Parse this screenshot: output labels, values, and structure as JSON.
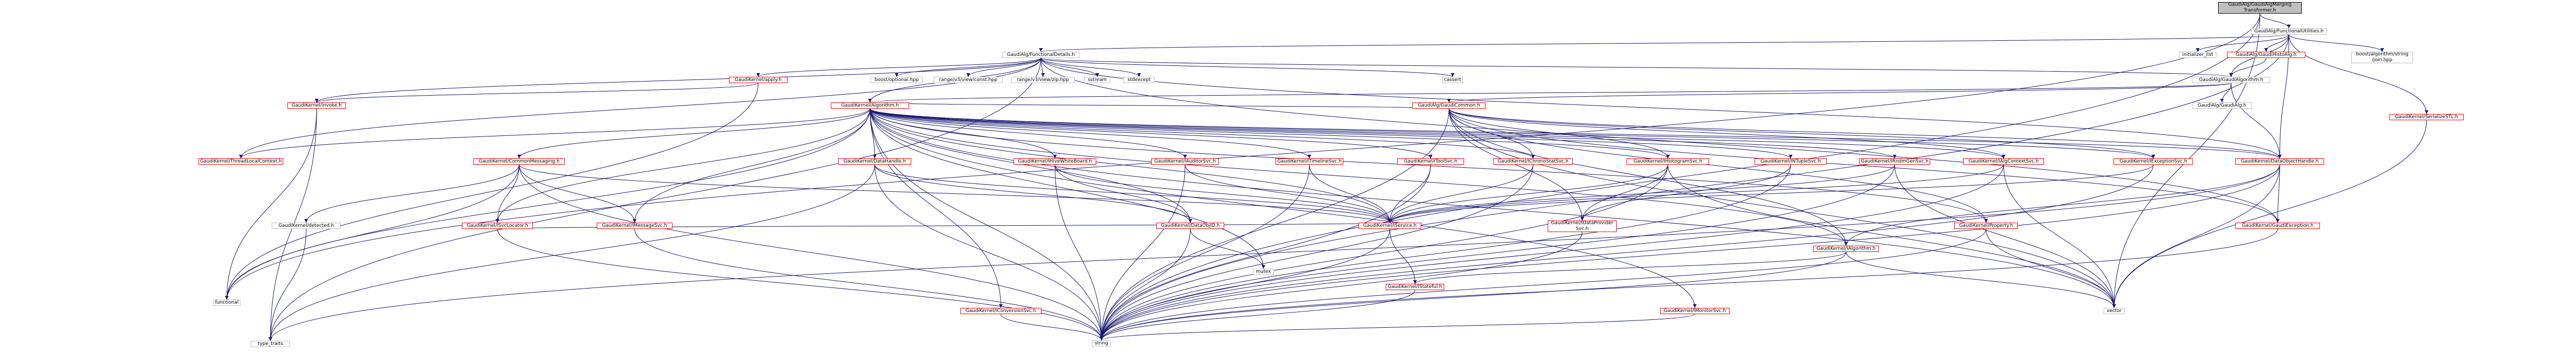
{
  "graph": {
    "edge_color": "#191970",
    "link_border_color": "#ff0000",
    "plain_border_color": "#bfbfbf",
    "root_fill_color": "#bfbfbf",
    "nodes": [
      {
        "id": "root",
        "label": "GaudiAlg/GaudiAlgMerging\nTransformer.h",
        "style": "root"
      },
      {
        "id": "fu",
        "label": "GaudiAlg/FunctionalUtilities.h",
        "style": "plain"
      },
      {
        "id": "fd",
        "label": "GaudiAlg/FunctionalDetails.h",
        "style": "plain"
      },
      {
        "id": "fn",
        "label": "functional",
        "style": "plain"
      },
      {
        "id": "vec",
        "label": "vector",
        "style": "plain"
      },
      {
        "id": "str",
        "label": "string",
        "style": "plain"
      },
      {
        "id": "il",
        "label": "initializer_list",
        "style": "plain"
      },
      {
        "id": "gha",
        "label": "GaudiAlg/GaudiHistoAlg.h",
        "style": "linked"
      },
      {
        "id": "ga",
        "label": "GaudiAlg/GaudiAlgorithm.h",
        "style": "plain"
      },
      {
        "id": "bjs",
        "label": "boost/algorithm/string\n/join.hpp",
        "style": "plain"
      },
      {
        "id": "ss",
        "label": "GaudiKernel/SerializeSTL.h",
        "style": "linked"
      },
      {
        "id": "app",
        "label": "GaudiKernel/apply.h",
        "style": "linked"
      },
      {
        "id": "bo",
        "label": "boost/optional.hpp",
        "style": "plain"
      },
      {
        "id": "rvc",
        "label": "range/v3/view/const.hpp",
        "style": "plain"
      },
      {
        "id": "rvz",
        "label": "range/v3/view/zip.hpp",
        "style": "plain"
      },
      {
        "id": "sst",
        "label": "sstream",
        "style": "plain"
      },
      {
        "id": "sx",
        "label": "stdexcept",
        "style": "plain"
      },
      {
        "id": "cas",
        "label": "cassert",
        "style": "plain"
      },
      {
        "id": "ga2",
        "label": "GaudiKernel/Algorithm.h",
        "style": "linked"
      },
      {
        "id": "gc",
        "label": "GaudiAlg/GaudiCommon.h",
        "style": "linked"
      },
      {
        "id": "gam",
        "label": "GaudiAlg/GaudiAlg.h",
        "style": "plain"
      },
      {
        "id": "inv",
        "label": "GaudiKernel/invoke.h",
        "style": "linked"
      },
      {
        "id": "tlc",
        "label": "GaudiKernel/ThreadLocalContext.h",
        "style": "linked"
      },
      {
        "id": "cm",
        "label": "GaudiKernel/CommonMessaging.h",
        "style": "linked"
      },
      {
        "id": "dh",
        "label": "GaudiKernel/DataHandle.h",
        "style": "linked"
      },
      {
        "id": "iwb",
        "label": "GaudiKernel/IHiveWhiteBoard.h",
        "style": "linked"
      },
      {
        "id": "ias",
        "label": "GaudiKernel/IAuditorSvc.h",
        "style": "linked"
      },
      {
        "id": "its",
        "label": "GaudiKernel/ITimelineSvc.h",
        "style": "linked"
      },
      {
        "id": "itool",
        "label": "GaudiKernel/IToolSvc.h",
        "style": "linked"
      },
      {
        "id": "ics",
        "label": "GaudiKernel/IChronoStatSvc.h",
        "style": "linked"
      },
      {
        "id": "ihs",
        "label": "GaudiKernel/IHistogramSvc.h",
        "style": "linked"
      },
      {
        "id": "int",
        "label": "GaudiKernel/INTupleSvc.h",
        "style": "linked"
      },
      {
        "id": "irg",
        "label": "GaudiKernel/IRndmGenSvc.h",
        "style": "linked"
      },
      {
        "id": "iac",
        "label": "GaudiKernel/IAlgContextSvc.h",
        "style": "linked"
      },
      {
        "id": "ies",
        "label": "GaudiKernel/IExceptionSvc.h",
        "style": "linked"
      },
      {
        "id": "doh",
        "label": "GaudiKernel/DataObjectHandle.h",
        "style": "linked"
      },
      {
        "id": "det",
        "label": "GaudiKernel/detected.h",
        "style": "plain"
      },
      {
        "id": "isl",
        "label": "GaudiKernel/ISvcLocator.h",
        "style": "linked"
      },
      {
        "id": "ims",
        "label": "GaudiKernel/IMessageSvc.h",
        "style": "linked"
      },
      {
        "id": "doid",
        "label": "GaudiKernel/DataObjID.h",
        "style": "linked"
      },
      {
        "id": "isv",
        "label": "GaudiKernel/IService.h",
        "style": "linked"
      },
      {
        "id": "idp",
        "label": "GaudiKernel/IDataProvider\nSvc.h",
        "style": "linked"
      },
      {
        "id": "prop",
        "label": "GaudiKernel/Property.h",
        "style": "linked"
      },
      {
        "id": "ialg",
        "label": "GaudiKernel/IAlgorithm.h",
        "style": "linked"
      },
      {
        "id": "gex",
        "label": "GaudiKernel/GaudiException.h",
        "style": "linked"
      },
      {
        "id": "tt",
        "label": "type_traits",
        "style": "plain"
      },
      {
        "id": "mut",
        "label": "mutex",
        "style": "plain"
      },
      {
        "id": "ist",
        "label": "GaudiKernel/IStateful.h",
        "style": "linked"
      },
      {
        "id": "icv",
        "label": "GaudiKernel/IConversionSvc.h",
        "style": "linked"
      },
      {
        "id": "imon",
        "label": "GaudiKernel/IMonitorSvc.h",
        "style": "linked"
      }
    ],
    "edges": [
      [
        "root",
        "fu"
      ],
      [
        "root",
        "fn"
      ],
      [
        "root",
        "vec"
      ],
      [
        "root",
        "str"
      ],
      [
        "fu",
        "il"
      ],
      [
        "fu",
        "gha"
      ],
      [
        "fu",
        "ga"
      ],
      [
        "fu",
        "bjs"
      ],
      [
        "fu",
        "ss"
      ],
      [
        "fu",
        "fd"
      ],
      [
        "fu",
        "doh"
      ],
      [
        "fu",
        "str"
      ],
      [
        "fd",
        "app"
      ],
      [
        "fd",
        "bo"
      ],
      [
        "fd",
        "rvc"
      ],
      [
        "fd",
        "rvz"
      ],
      [
        "fd",
        "sst"
      ],
      [
        "fd",
        "sx"
      ],
      [
        "fd",
        "cas"
      ],
      [
        "fd",
        "ga2"
      ],
      [
        "fd",
        "ga"
      ],
      [
        "fd",
        "inv"
      ],
      [
        "fd",
        "tt"
      ],
      [
        "fd",
        "tlc"
      ],
      [
        "fd",
        "gex"
      ],
      [
        "fd",
        "doh"
      ],
      [
        "gha",
        "ga"
      ],
      [
        "ga",
        "gam"
      ],
      [
        "ga",
        "gc"
      ],
      [
        "ga",
        "ga2"
      ],
      [
        "ga",
        "doh"
      ],
      [
        "ss",
        "vec"
      ],
      [
        "app",
        "inv"
      ],
      [
        "app",
        "fn"
      ],
      [
        "inv",
        "tt"
      ],
      [
        "inv",
        "fn"
      ],
      [
        "ga2",
        "tlc"
      ],
      [
        "ga2",
        "cm"
      ],
      [
        "ga2",
        "dh"
      ],
      [
        "ga2",
        "iwb"
      ],
      [
        "ga2",
        "ias"
      ],
      [
        "ga2",
        "its"
      ],
      [
        "ga2",
        "itool"
      ],
      [
        "ga2",
        "ics"
      ],
      [
        "ga2",
        "ihs"
      ],
      [
        "ga2",
        "int"
      ],
      [
        "ga2",
        "irg"
      ],
      [
        "ga2",
        "iac"
      ],
      [
        "ga2",
        "ies"
      ],
      [
        "ga2",
        "doh"
      ],
      [
        "ga2",
        "ims"
      ],
      [
        "ga2",
        "doid"
      ],
      [
        "ga2",
        "isv"
      ],
      [
        "ga2",
        "isl"
      ],
      [
        "ga2",
        "prop"
      ],
      [
        "ga2",
        "ialg"
      ],
      [
        "ga2",
        "str"
      ],
      [
        "ga2",
        "vec"
      ],
      [
        "ga2",
        "icv"
      ],
      [
        "ga2",
        "imon"
      ],
      [
        "ga2",
        "mut"
      ],
      [
        "ga2",
        "fn"
      ],
      [
        "gc",
        "ga2"
      ],
      [
        "gc",
        "doh"
      ],
      [
        "gc",
        "ics"
      ],
      [
        "gc",
        "iac"
      ],
      [
        "gc",
        "idp"
      ],
      [
        "gc",
        "ies"
      ],
      [
        "gc",
        "ihs"
      ],
      [
        "gc",
        "ialg"
      ],
      [
        "gc",
        "gex"
      ],
      [
        "gc",
        "prop"
      ],
      [
        "gc",
        "str"
      ],
      [
        "gc",
        "vec"
      ],
      [
        "cm",
        "det"
      ],
      [
        "cm",
        "isl"
      ],
      [
        "cm",
        "ims"
      ],
      [
        "cm",
        "isv"
      ],
      [
        "cm",
        "fn"
      ],
      [
        "cm",
        "str"
      ],
      [
        "dh",
        "doid"
      ],
      [
        "dh",
        "isv"
      ],
      [
        "dh",
        "str"
      ],
      [
        "dh",
        "tt"
      ],
      [
        "iwb",
        "doid"
      ],
      [
        "iwb",
        "isv"
      ],
      [
        "iwb",
        "str"
      ],
      [
        "ias",
        "isv"
      ],
      [
        "ias",
        "str"
      ],
      [
        "its",
        "isv"
      ],
      [
        "its",
        "str"
      ],
      [
        "itool",
        "isv"
      ],
      [
        "itool",
        "str"
      ],
      [
        "ics",
        "isv"
      ],
      [
        "ics",
        "str"
      ],
      [
        "ihs",
        "isv"
      ],
      [
        "ihs",
        "idp"
      ],
      [
        "ihs",
        "str"
      ],
      [
        "ihs",
        "vec"
      ],
      [
        "int",
        "idp"
      ],
      [
        "int",
        "str"
      ],
      [
        "irg",
        "isv"
      ],
      [
        "irg",
        "vec"
      ],
      [
        "irg",
        "str"
      ],
      [
        "iac",
        "isv"
      ],
      [
        "iac",
        "vec"
      ],
      [
        "iac",
        "str"
      ],
      [
        "ies",
        "isv"
      ],
      [
        "ies",
        "str"
      ],
      [
        "doh",
        "gex"
      ],
      [
        "doh",
        "str"
      ],
      [
        "doh",
        "vec"
      ],
      [
        "doh",
        "ialg"
      ],
      [
        "doh",
        "tt"
      ],
      [
        "det",
        "tt"
      ],
      [
        "isl",
        "isv"
      ],
      [
        "isl",
        "str"
      ],
      [
        "ims",
        "str"
      ],
      [
        "doid",
        "mut"
      ],
      [
        "doid",
        "str"
      ],
      [
        "isv",
        "ist"
      ],
      [
        "isv",
        "str"
      ],
      [
        "idp",
        "str"
      ],
      [
        "prop",
        "vec"
      ],
      [
        "prop",
        "str"
      ],
      [
        "ialg",
        "ist"
      ],
      [
        "ialg",
        "str"
      ],
      [
        "ialg",
        "vec"
      ],
      [
        "gex",
        "str"
      ],
      [
        "ist",
        "str"
      ],
      [
        "icv",
        "str"
      ],
      [
        "imon",
        "str"
      ]
    ]
  }
}
